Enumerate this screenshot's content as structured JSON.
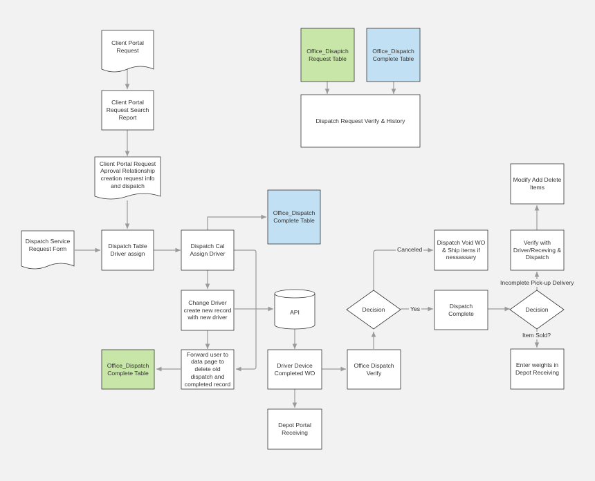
{
  "colors": {
    "background": "#f2f2f2",
    "box_fill": "#ffffff",
    "stroke": "#333333",
    "arrow": "#9a9a9a",
    "green_fill": "#c7e6a8",
    "blue_fill": "#c2e0f4"
  },
  "nodes": {
    "client_portal_request": "Client Portal Request",
    "client_portal_request_search_report": "Client Portal Request Search Report",
    "client_portal_request_aproval": "Client Portal Request Aproval Relationship creation request info and dispatch",
    "dispatch_service_request_form": "Dispatch Service Request Form",
    "dispatch_table_driver_assign": "Dispatch Table Driver assign",
    "dispatch_cal_assign_driver": "Dispatch Cal Assign Driver",
    "office_dispatch_complete_table_blue_mid": "Office_Dispatch Complete Table",
    "change_driver": "Change Driver create new record with new driver",
    "forward_user": "Forward user to data page to delete old dispatch and completed record",
    "office_dispatch_complete_table_green": "Office_Dispatch Complete Table",
    "office_disaptch_request_table": "Office_Disaptch Request Table",
    "office_dispatch_complete_table_blue_top": "Office_Dispatch Complete Table",
    "dispatch_request_verify_history": "Dispatch Request Verify & History",
    "api": "API",
    "driver_device_completed_wo": "Driver Device Completed WO",
    "depot_portal_receiving": "Depot Portal Receiving",
    "office_dispatch_verify": "Office Dispatch Verify",
    "decision_1": "Decision",
    "dispatch_void_wo": "Dispatch Void WO & Ship items if nessassary",
    "dispatch_complete": "Dispatch Complete",
    "decision_2": "Decision",
    "verify_with_driver": "Verify with Driver/Receving & Dispatch",
    "modify_add_delete_items": "Modify Add Delete Items",
    "enter_weights": "Enter weights in Depot Receiving"
  },
  "edge_labels": {
    "canceled": "Canceled",
    "yes": "Yes",
    "incomplete_pickup": "Incomplete Pick-up Delivery",
    "item_sold": "Item Sold?"
  }
}
